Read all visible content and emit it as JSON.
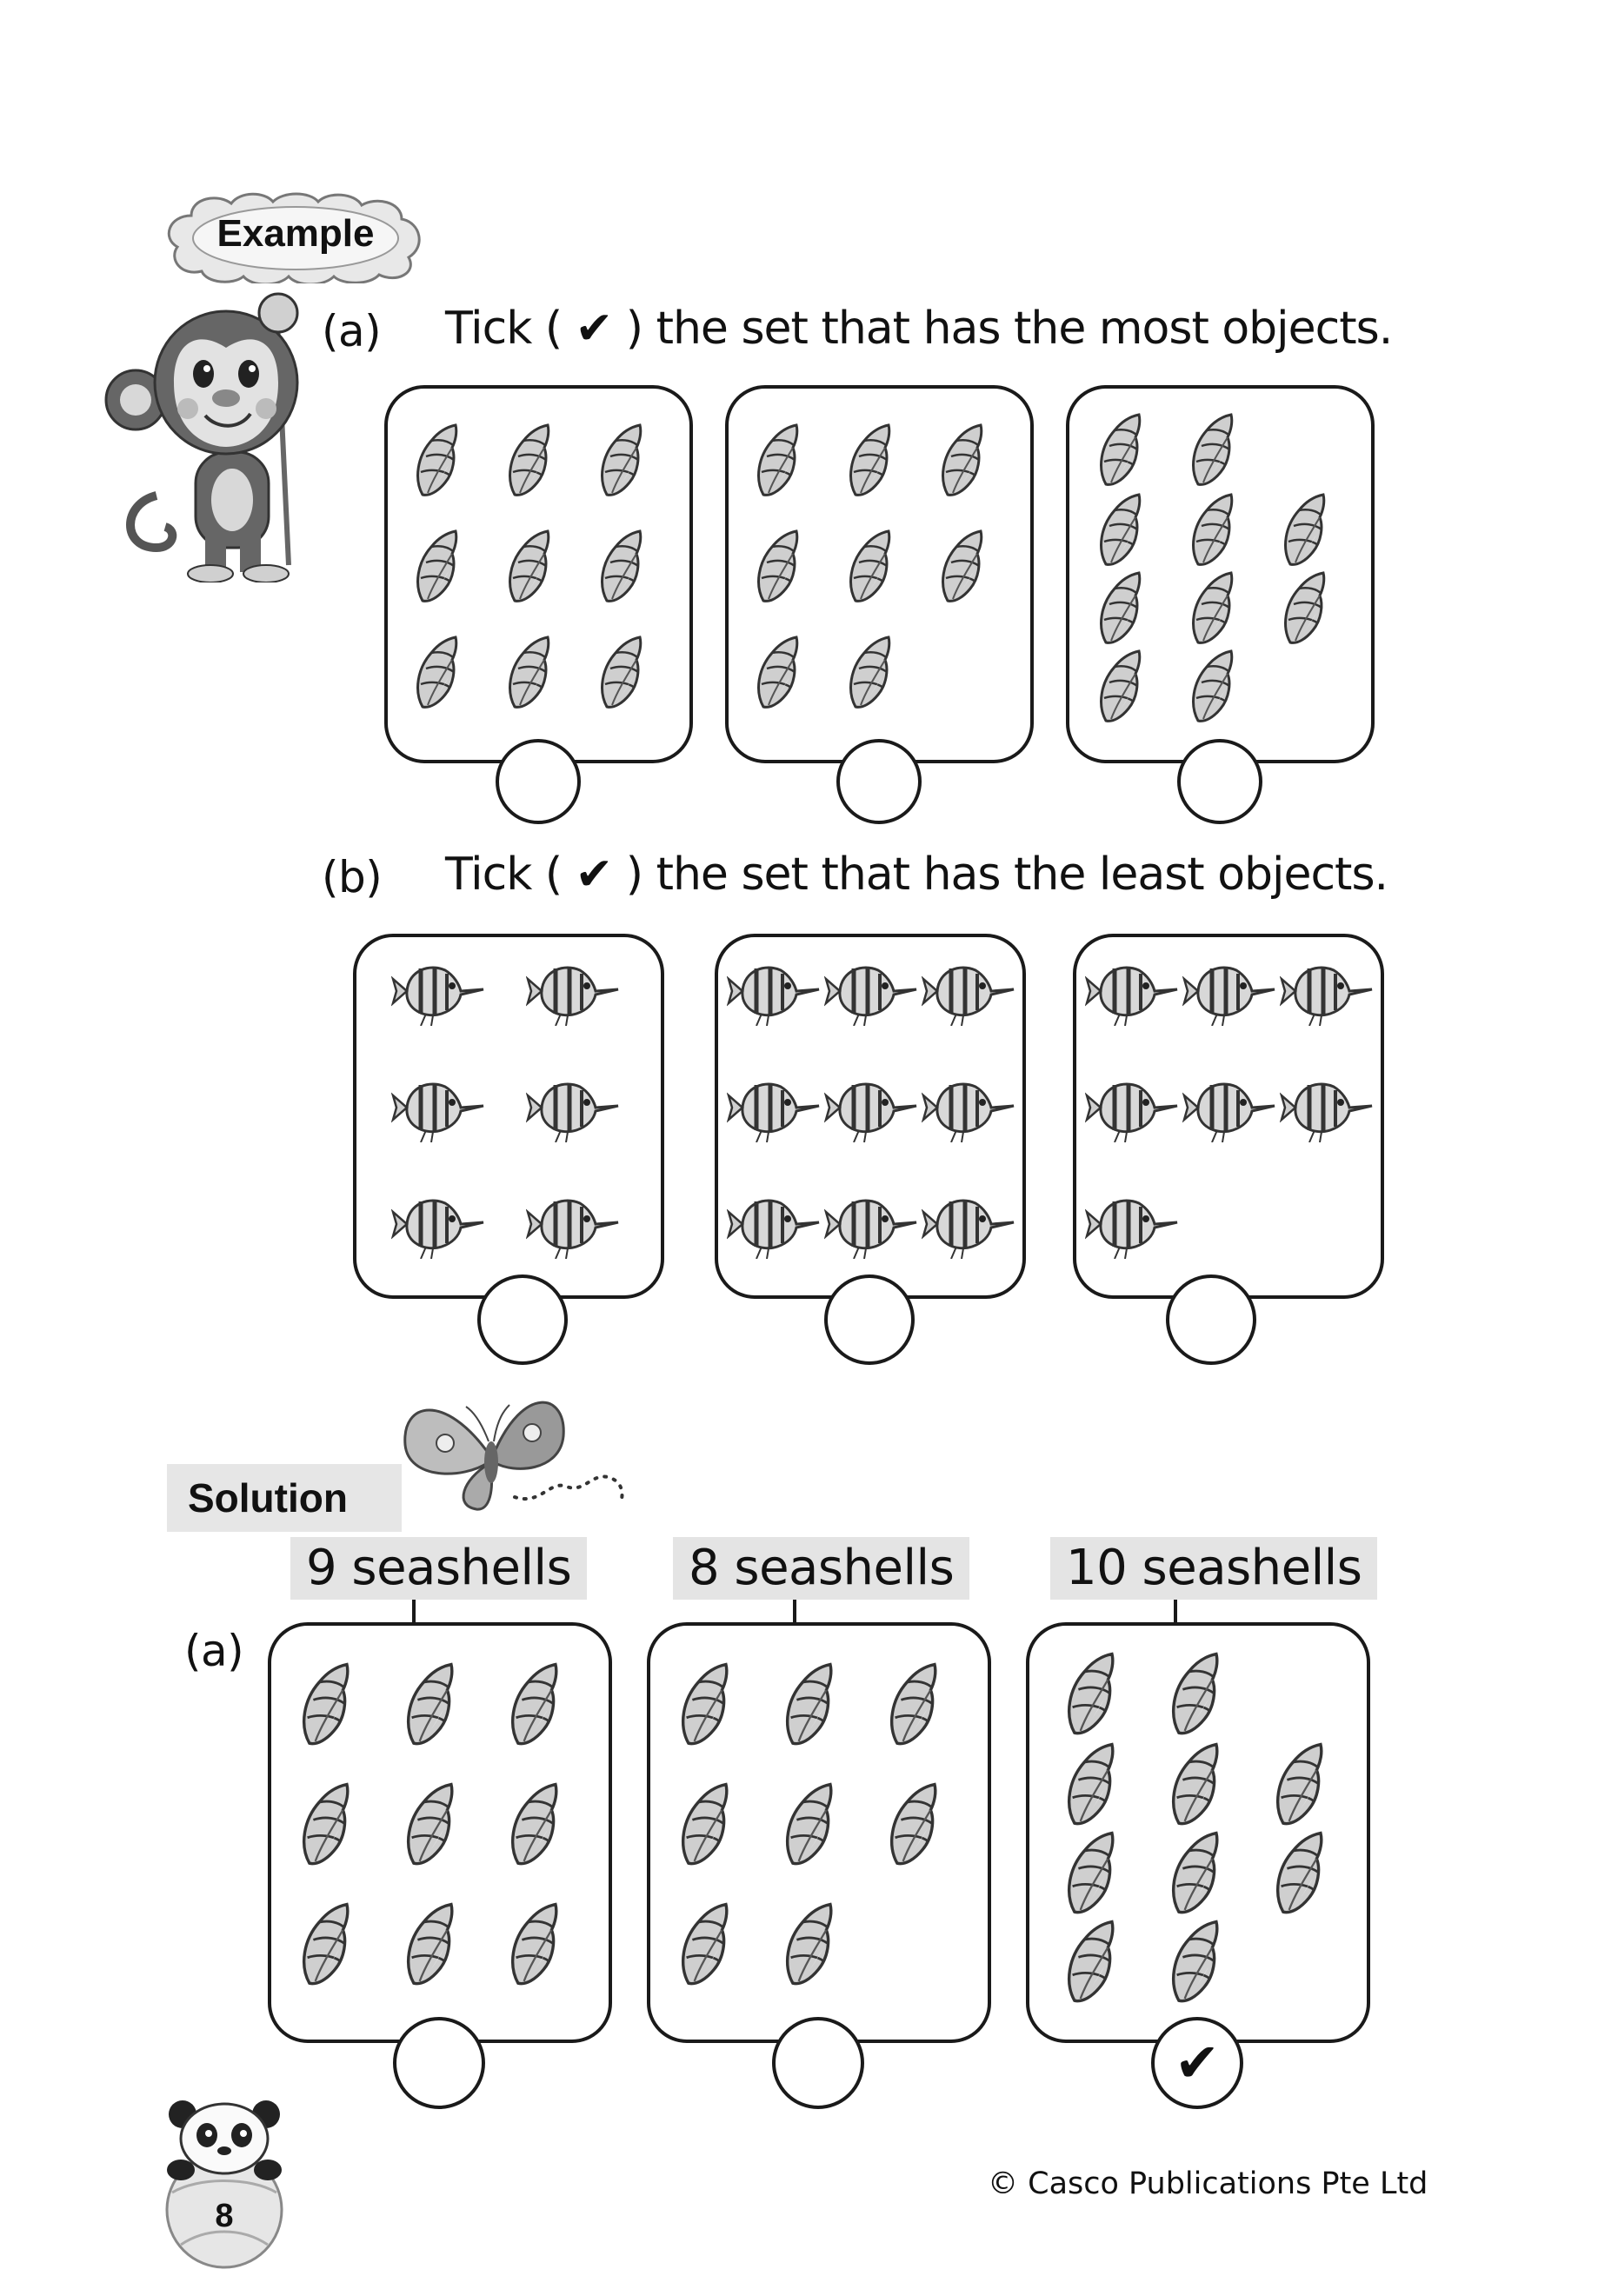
{
  "example_label": "Example",
  "solution_label": "Solution",
  "questions": {
    "a": {
      "letter": "(a)",
      "text": "Tick ( ✔ ) the set that has the most objects."
    },
    "b": {
      "letter": "(b)",
      "text": "Tick ( ✔ ) the set that has the least objects."
    }
  },
  "example_a_sets": [
    {
      "item": "seashell",
      "count": 9,
      "ticked": false
    },
    {
      "item": "seashell",
      "count": 8,
      "ticked": false
    },
    {
      "item": "seashell",
      "count": 10,
      "ticked": false
    }
  ],
  "example_b_sets": [
    {
      "item": "fish",
      "count": 6,
      "ticked": false
    },
    {
      "item": "fish",
      "count": 9,
      "ticked": false
    },
    {
      "item": "fish",
      "count": 7,
      "ticked": false
    }
  ],
  "solution": {
    "letter": "(a)",
    "labels": [
      "9 seashells",
      "8 seashells",
      "10 seashells"
    ],
    "sets": [
      {
        "item": "seashell",
        "count": 9,
        "ticked": false
      },
      {
        "item": "seashell",
        "count": 8,
        "ticked": false
      },
      {
        "item": "seashell",
        "count": 10,
        "ticked": true
      }
    ],
    "tick": "✔"
  },
  "page_number": "8",
  "copyright": "© Casco Publications Pte Ltd",
  "icons": [
    "monkey-icon",
    "butterfly-icon",
    "panda-icon",
    "seashell-icon",
    "fish-icon"
  ]
}
